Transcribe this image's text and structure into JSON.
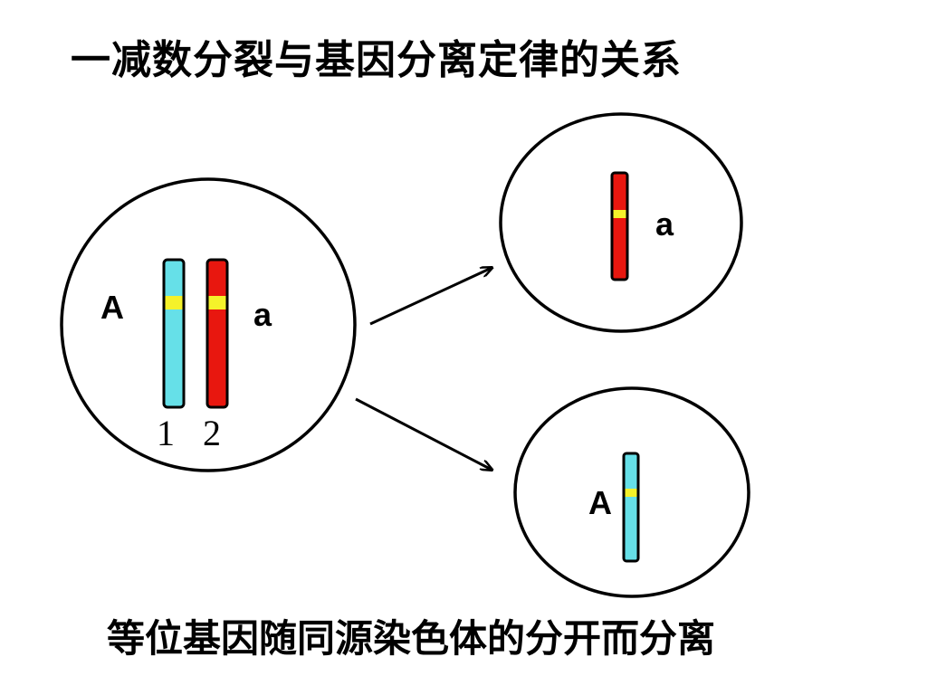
{
  "title": "一减数分裂与基因分离定律的关系",
  "caption": "等位基因随同源染色体的分开而分离",
  "parent_cell": {
    "allele_left": "A",
    "allele_right": "a",
    "chromosome_1_number": "1",
    "chromosome_2_number": "2"
  },
  "daughter_cell_top": {
    "allele": "a"
  },
  "daughter_cell_bottom": {
    "allele": "A"
  },
  "colors": {
    "chromosome_A": "#66e0e8",
    "chromosome_a": "#e8170f",
    "gene_band": "#f5f22a",
    "outline": "#000000"
  }
}
